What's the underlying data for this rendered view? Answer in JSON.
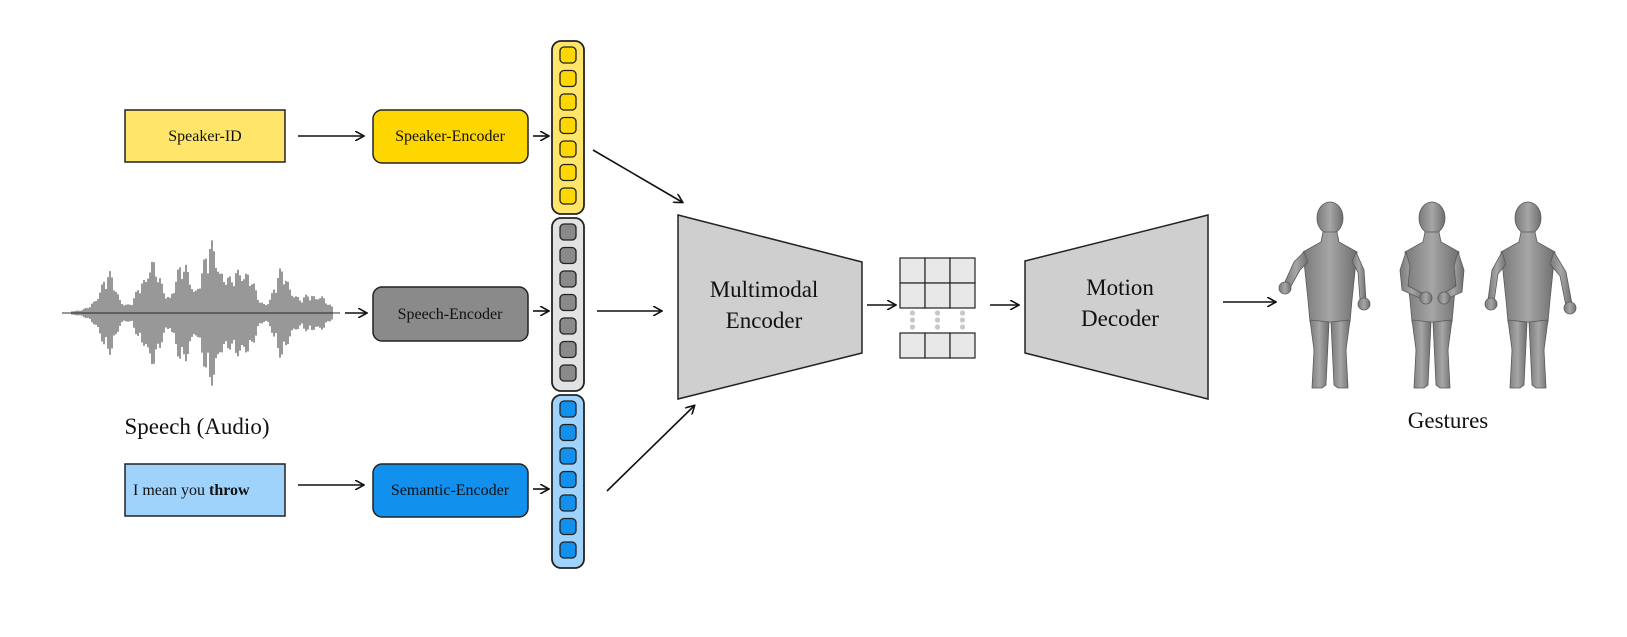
{
  "inputs": {
    "speaker_id": "Speaker-ID",
    "speech_caption": "Speech (Audio)",
    "text_plain": "I mean you ",
    "text_bold": "throw"
  },
  "encoders": {
    "speaker": "Speaker-Encoder",
    "speech": "Speech-Encoder",
    "semantic": "Semantic-Encoder"
  },
  "multimodal": {
    "line1": "Multimodal",
    "line2": "Encoder"
  },
  "decoder": {
    "line1": "Motion",
    "line2": "Decoder"
  },
  "output": {
    "caption": "Gestures"
  },
  "colors": {
    "speaker_fill": "#FFE66B",
    "speaker_encoder": "#FFD700",
    "speech_encoder": "#8A8A8A",
    "semantic_fill": "#9FD3FB",
    "semantic_encoder": "#1290EE",
    "trapezoid": "#CFCFCF",
    "figure": "#8C8C8C"
  },
  "feature_columns": {
    "speaker_cells": 7,
    "speech_cells": 7,
    "semantic_cells": 7
  }
}
